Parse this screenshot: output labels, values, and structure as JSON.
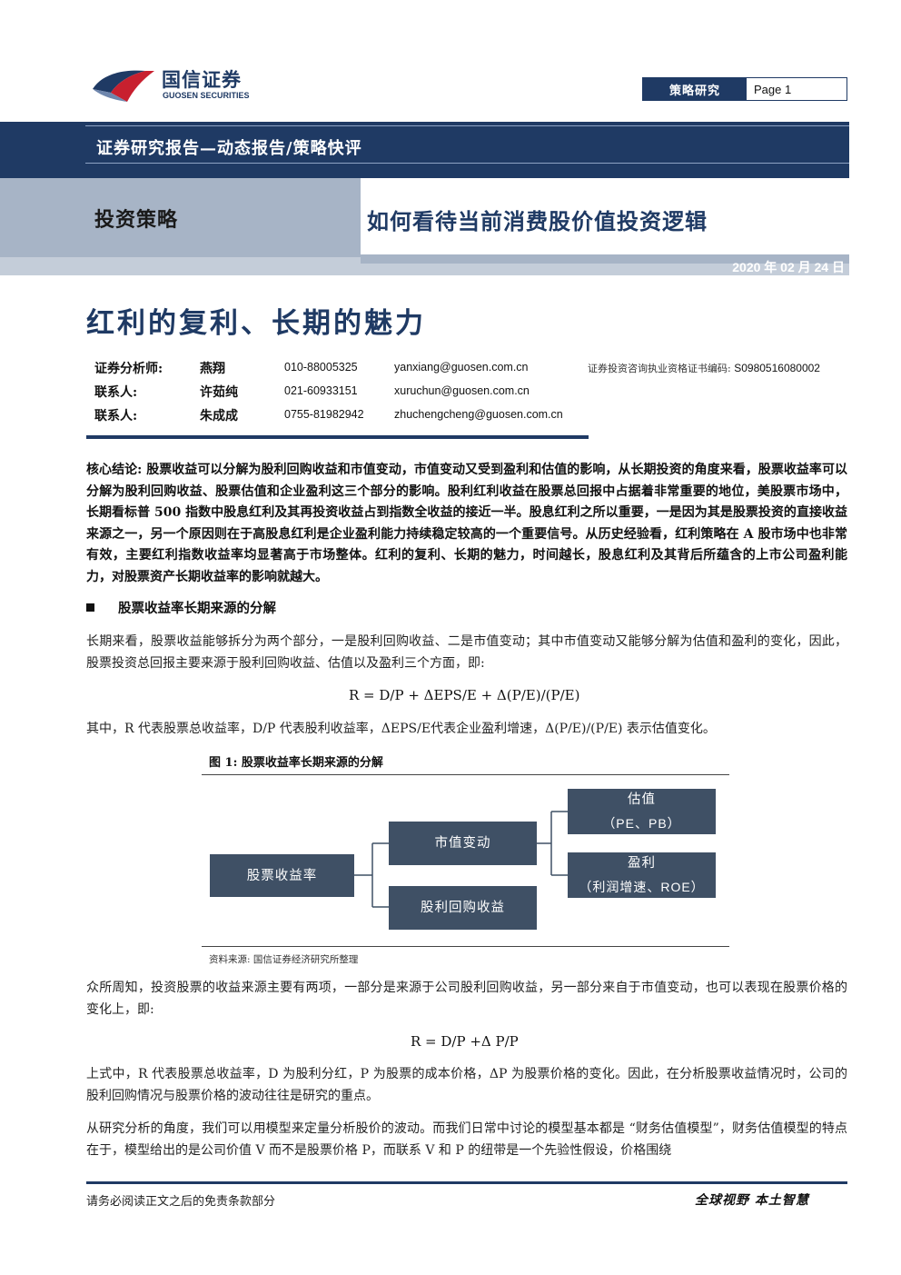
{
  "header": {
    "logo_cn": "国信证券",
    "logo_en": "GUOSEN SECURITIES",
    "tag_label": "策略研究",
    "page_label": "Page 1",
    "banner": "证券研究报告—动态报告/策略快评",
    "category": "投资策略",
    "report_title": "如何看待当前消费股价值投资逻辑",
    "date": "2020 年 02 月 24 日",
    "brand_color": "#1f3a64"
  },
  "title": "红利的复利、长期的魅力",
  "analysts": [
    {
      "role": "证券分析师:",
      "name": "燕翔",
      "phone": "010-88005325",
      "email": "yanxiang@guosen.com.cn"
    },
    {
      "role": "联系人:",
      "name": "许茹纯",
      "phone": "021-60933151",
      "email": "xuruchun@guosen.com.cn"
    },
    {
      "role": "联系人:",
      "name": "朱成成",
      "phone": "0755-81982942",
      "email": "zhuchengcheng@guosen.com.cn"
    }
  ],
  "certificate": {
    "label": "证券投资咨询执业资格证书编码:",
    "number": "S0980516080002"
  },
  "summary": "核心结论: 股票收益可以分解为股利回购收益和市值变动，市值变动又受到盈利和估值的影响，从长期投资的角度来看，股票收益率可以分解为股利回购收益、股票估值和企业盈利这三个部分的影响。股利红利收益在股票总回报中占据着非常重要的地位，美股票市场中，长期看标普 500 指数中股息红利及其再投资收益占到指数全收益的接近一半。股息红利之所以重要，一是因为其是股票投资的直接收益来源之一，另一个原因则在于高股息红利是企业盈利能力持续稳定较高的一个重要信号。从历史经验看，红利策略在 A 股市场中也非常有效，主要红利指数收益率均显著高于市场整体。红利的复利、长期的魅力，时间越长，股息红利及其背后所蕴含的上市公司盈利能力，对股票资产长期收益率的影响就越大。",
  "section_heading": "股票收益率长期来源的分解",
  "paragraphs": {
    "p1": "长期来看，股票收益能够拆分为两个部分，一是股利回购收益、二是市值变动；其中市值变动又能够分解为估值和盈利的变化，因此，股票投资总回报主要来源于股利回购收益、估值以及盈利三个方面，即:",
    "formula1": "R = D/P + ΔEPS/E + Δ(P/E)/(P/E)",
    "p2": "其中，R 代表股票总收益率，D/P 代表股利收益率，ΔEPS/E代表企业盈利增速，Δ(P/E)/(P/E) 表示估值变化。",
    "p3": "众所周知，投资股票的收益来源主要有两项，一部分是来源于公司股利回购收益，另一部分来自于市值变动，也可以表现在股票价格的变化上，即:",
    "formula2": "R = D/P +Δ P/P",
    "p4": "上式中，R 代表股票总收益率，D 为股利分红，P 为股票的成本价格，ΔP 为股票价格的变化。因此，在分析股票收益情况时，公司的股利回购情况与股票价格的波动往往是研究的重点。",
    "p5": "从研究分析的角度，我们可以用模型来定量分析股价的波动。而我们日常中讨论的模型基本都是 “财务估值模型”，财务估值模型的特点在于，模型给出的是公司价值 V 而不是股票价格 P，而联系 V 和 P 的纽带是一个先验性假设，价格围绕"
  },
  "figure": {
    "title": "图 1: 股票收益率长期来源的分解",
    "source": "资料来源: 国信证券经济研究所整理",
    "box_color": "#3f5065",
    "root": "股票收益率",
    "market_change": "市值变动",
    "dividend": "股利回购收益",
    "valuation": "估值",
    "valuation_sub": "（PE、PB）",
    "earnings": "盈利",
    "earnings_sub": "（利润增速、ROE）"
  },
  "footer": {
    "disclaimer": "请务必阅读正文之后的免责条款部分",
    "slogan": "全球视野  本土智慧"
  }
}
